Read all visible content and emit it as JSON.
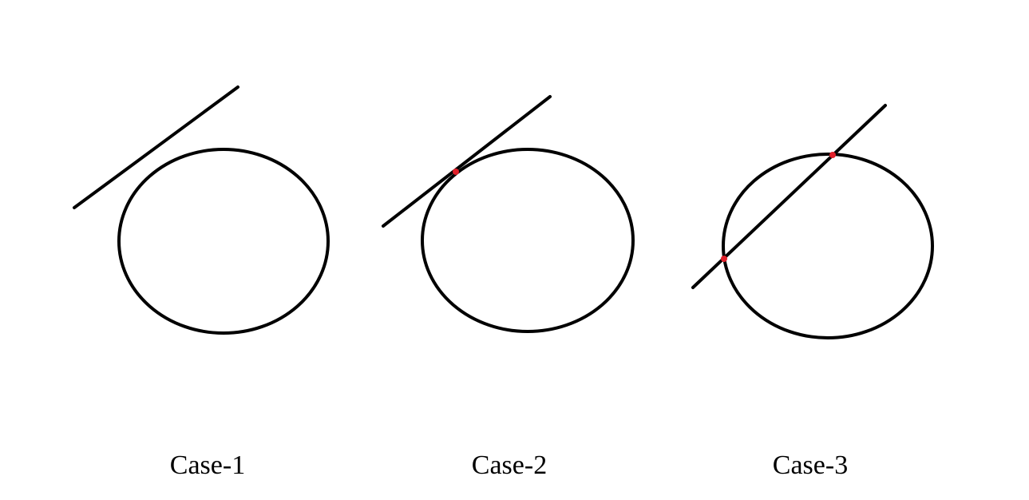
{
  "cases": [
    {
      "label": "Case-1",
      "intersection_points": 0
    },
    {
      "label": "Case-2",
      "intersection_points": 1
    },
    {
      "label": "Case-3",
      "intersection_points": 2
    }
  ],
  "colors": {
    "stroke": "#000000",
    "point": "#e0202a",
    "background": "#ffffff"
  }
}
